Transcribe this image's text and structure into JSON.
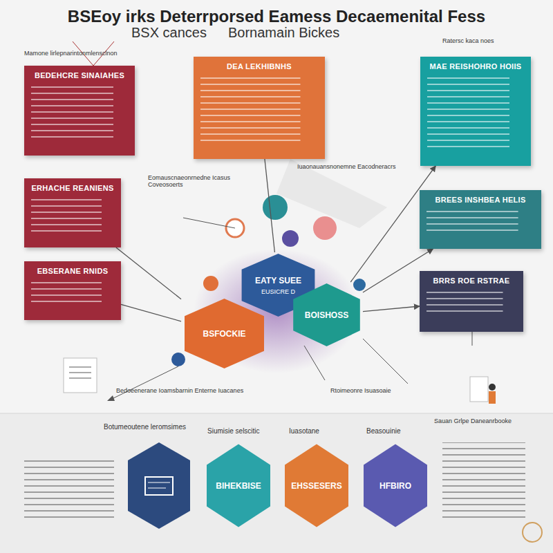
{
  "diagram": {
    "title": "BSEoy irks Deterrporsed Eamess Decaemenital Fess",
    "nodes": [
      {
        "text": [
          "BEDEHCRE SINAIAHES"
        ]
      },
      {
        "text": [
          "DEA LEKHIBNHS"
        ]
      },
      {
        "text": [
          "MAE REISHOHRO HOIIS"
        ]
      },
      {
        "text": [
          "ERHACHE REANIENS"
        ]
      },
      {
        "text": [
          "BREES INSHBEA HELIS"
        ]
      },
      {
        "text": [
          "EBSERANE RNIDS"
        ]
      },
      {
        "text": [
          "BRRS ROE RSTRAE"
        ]
      },
      {
        "text": [
          "EATY SUEE",
          "EUSICRE D"
        ]
      },
      {
        "text": [
          "BSFOCKIE"
        ]
      },
      {
        "text": [
          "BOISHOSS"
        ]
      },
      {
        "text": [
          "BIHEKBISE"
        ]
      },
      {
        "text": [
          "EHSSESERS"
        ]
      },
      {
        "text": [
          "HFBIRO"
        ]
      }
    ],
    "edges": [
      {
        "from": 7,
        "to": 1,
        "arrow": "none"
      },
      {
        "from": 9,
        "to": 2,
        "arrow": "to"
      },
      {
        "from": 9,
        "to": 4,
        "arrow": "to"
      },
      {
        "from": 8,
        "to": 3,
        "arrow": "none"
      },
      {
        "from": 9,
        "to": 6,
        "arrow": "to"
      },
      {
        "from": 8,
        "to": 5,
        "arrow": "none"
      }
    ],
    "labels": [
      "BSX cances",
      "Bornamain Bickes",
      "Mamone lirlepnarintonmlensclnon",
      "Ratersc kaca noes",
      "Iuaonauansnonemne Eacodneracrs",
      "Eomauscnaeonrnedne Icasus Coveosoerts",
      "Bedoeenerane Ioamsbarnin Enterne Iuacanes",
      "Rtoimeonre Isuasoaie",
      "Sauan Grlpe Daneanrbooke",
      "Botumeoutene leromsimes",
      "Siumisie selscitic",
      "Iuasotane",
      "Beasouinie"
    ]
  }
}
